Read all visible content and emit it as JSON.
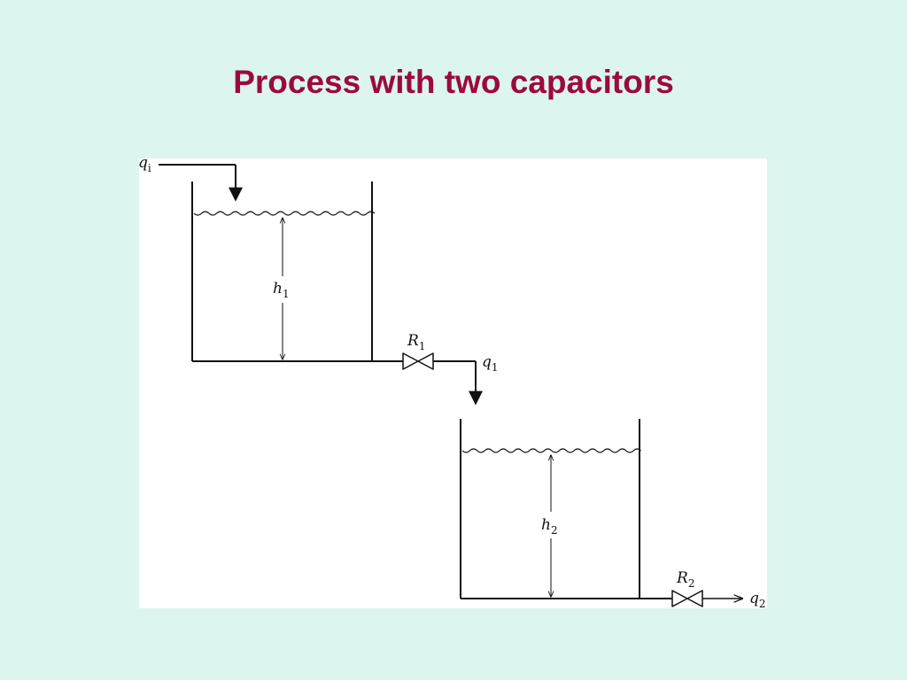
{
  "title": "Process with two capacitors",
  "diagram": {
    "inflow": {
      "symbol": "q",
      "subscript": "i"
    },
    "tank1_level": {
      "symbol": "h",
      "subscript": "1"
    },
    "tank2_level": {
      "symbol": "h",
      "subscript": "2"
    },
    "valve1": {
      "symbol": "R",
      "subscript": "1"
    },
    "valve2": {
      "symbol": "R",
      "subscript": "2"
    },
    "flow1": {
      "symbol": "q",
      "subscript": "1"
    },
    "flow2": {
      "symbol": "q",
      "subscript": "2"
    }
  },
  "colors": {
    "background": "#dcf5ef",
    "title": "#9c0a3d",
    "panel": "#ffffff",
    "ink": "#111111"
  }
}
